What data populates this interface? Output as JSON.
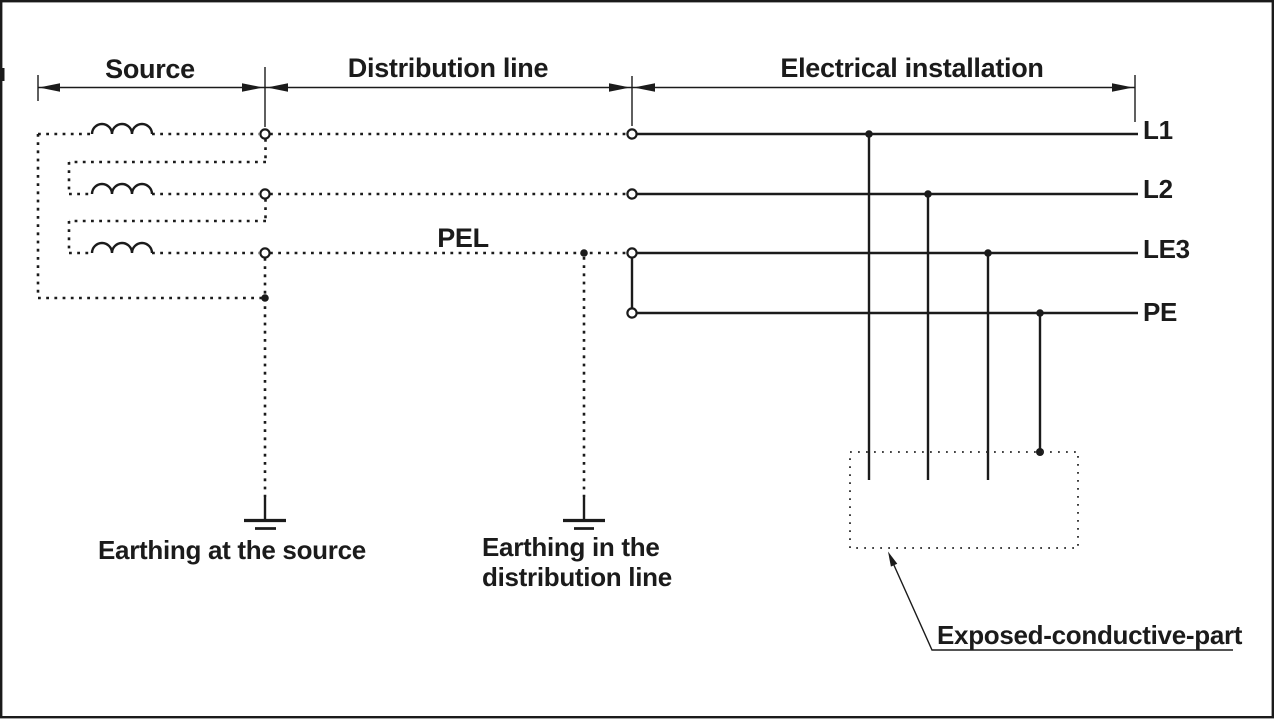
{
  "sections": [
    {
      "label": "Source"
    },
    {
      "label": "Distribution line"
    },
    {
      "label": "Electrical installation"
    }
  ],
  "conductors": [
    {
      "label": "L1"
    },
    {
      "label": "L2"
    },
    {
      "label": "LE3"
    },
    {
      "label": "PE"
    }
  ],
  "labels": {
    "pel": "PEL",
    "earthing_source": "Earthing at the source",
    "earthing_distribution_line1": "Earthing in the",
    "earthing_distribution_line2": "distribution line",
    "exposed_conductive_part": "Exposed-conductive-part"
  },
  "icons": {
    "winding": "inductor-coil-symbol",
    "terminal": "open-circle-terminal",
    "earth": "earth-ground-symbol",
    "junction": "connection-dot",
    "exposed_part": "dotted-enclosure-box"
  },
  "colors": {
    "line": "#1b1b1b",
    "background": "#ffffff"
  }
}
